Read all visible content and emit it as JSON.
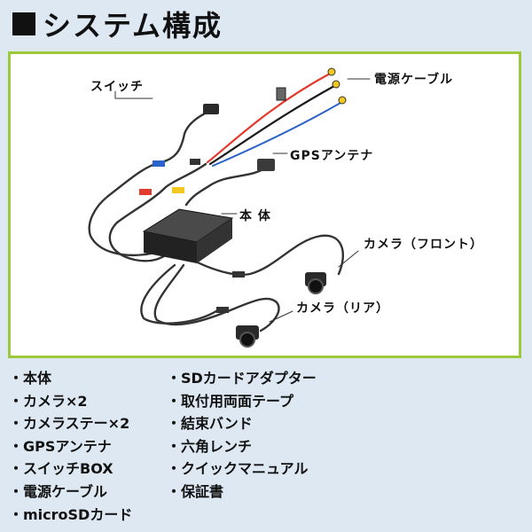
{
  "title": "システム構成",
  "labels": {
    "switch": "スイッチ",
    "power_cable": "電源ケーブル",
    "gps_antenna": "GPSアンテナ",
    "main_unit": "本 体",
    "camera_front": "カメラ（フロント）",
    "camera_rear": "カメラ（リア）"
  },
  "items_left": [
    "・本体",
    "・カメラ×2",
    "・カメラステー×2",
    "・GPSアンテナ",
    "・スイッチBOX",
    "・電源ケーブル",
    "・microSDカード"
  ],
  "items_right": [
    "・SDカードアダプター",
    "・取付用両面テープ",
    "・結束バンド",
    "・六角レンチ",
    "・クイックマニュアル",
    "・保証書"
  ],
  "colors": {
    "frame_border": "#9cc83c",
    "background": "#dde8f2",
    "wire_red": "#e23b2e",
    "wire_black": "#1a1a1a",
    "wire_blue": "#2b62c9",
    "connector_yellow": "#f2c81e"
  }
}
